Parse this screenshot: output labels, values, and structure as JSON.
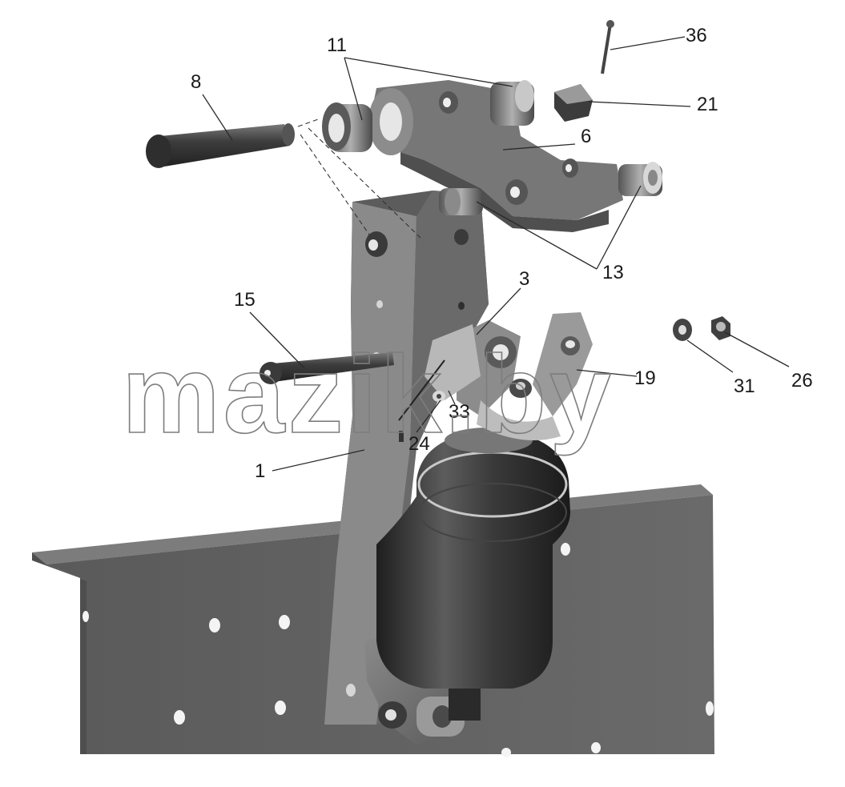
{
  "watermark": "mazik.by",
  "callouts": [
    {
      "id": "8",
      "text": "8"
    },
    {
      "id": "11",
      "text": "11"
    },
    {
      "id": "36",
      "text": "36"
    },
    {
      "id": "21",
      "text": "21"
    },
    {
      "id": "6",
      "text": "6"
    },
    {
      "id": "13",
      "text": "13"
    },
    {
      "id": "3",
      "text": "3"
    },
    {
      "id": "15",
      "text": "15"
    },
    {
      "id": "19",
      "text": "19"
    },
    {
      "id": "31",
      "text": "31"
    },
    {
      "id": "26",
      "text": "26"
    },
    {
      "id": "33",
      "text": "33"
    },
    {
      "id": "24",
      "text": "24"
    },
    {
      "id": "1",
      "text": "1"
    }
  ],
  "colors": {
    "metal_dark": "#4a4a4a",
    "metal_mid": "#6e6e6e",
    "metal_light": "#a8a8a8",
    "highlight": "#d4d4d4"
  }
}
